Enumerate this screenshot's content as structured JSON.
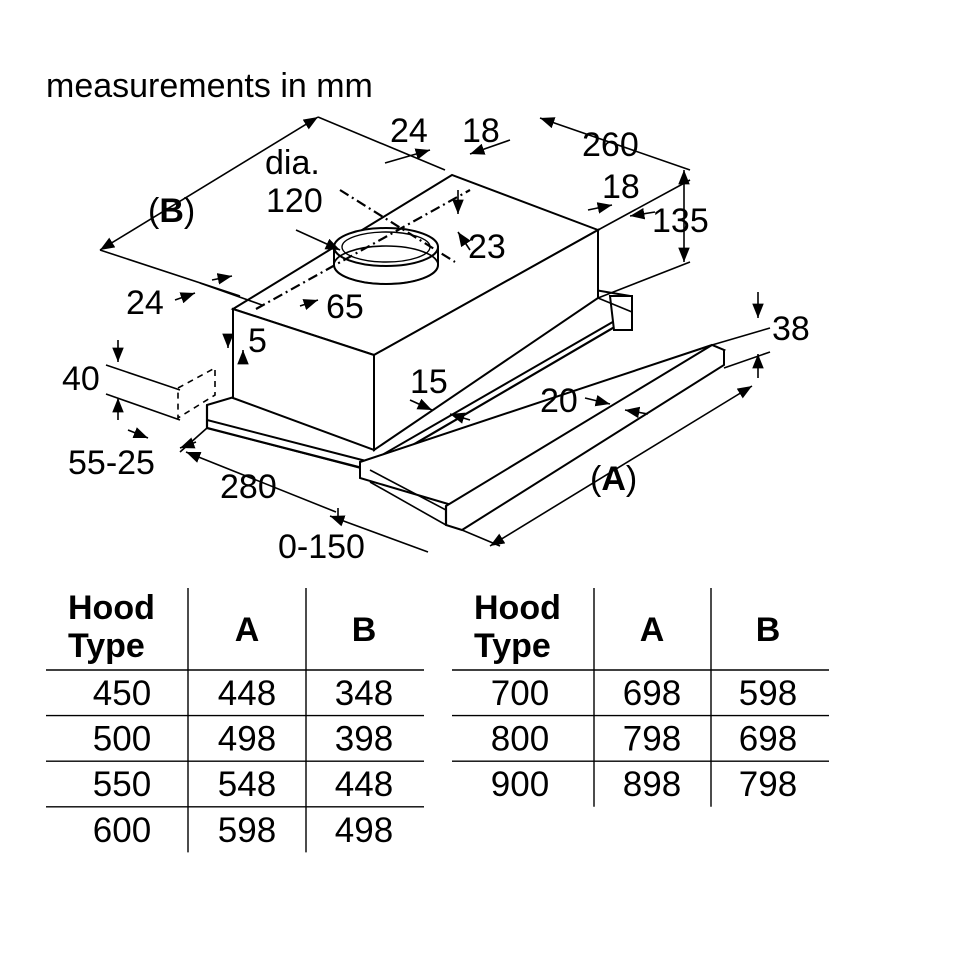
{
  "caption": "measurements in mm",
  "dimensions": {
    "d24_top": "24",
    "d18_top": "18",
    "d260": "260",
    "dia": "dia.",
    "d120": "120",
    "d18_right": "18",
    "d135": "135",
    "d23": "23",
    "B_open": "(",
    "B_letter": "B",
    "B_close": ")",
    "d24_left": "24",
    "d65": "65",
    "d5": "5",
    "d38": "38",
    "d40": "40",
    "d15": "15",
    "d20": "20",
    "d55_25": "55-25",
    "A_open": "(",
    "A_letter": "A",
    "A_close": ")",
    "d280": "280",
    "d0_150": "0-150"
  },
  "tables": [
    {
      "headers": [
        "Hood\nType",
        "A",
        "B"
      ],
      "rows": [
        [
          "450",
          "448",
          "348"
        ],
        [
          "500",
          "498",
          "398"
        ],
        [
          "550",
          "548",
          "448"
        ],
        [
          "600",
          "598",
          "498"
        ]
      ]
    },
    {
      "headers": [
        "Hood\nType",
        "A",
        "B"
      ],
      "rows": [
        [
          "700",
          "698",
          "598"
        ],
        [
          "800",
          "798",
          "698"
        ],
        [
          "900",
          "898",
          "798"
        ]
      ]
    }
  ]
}
